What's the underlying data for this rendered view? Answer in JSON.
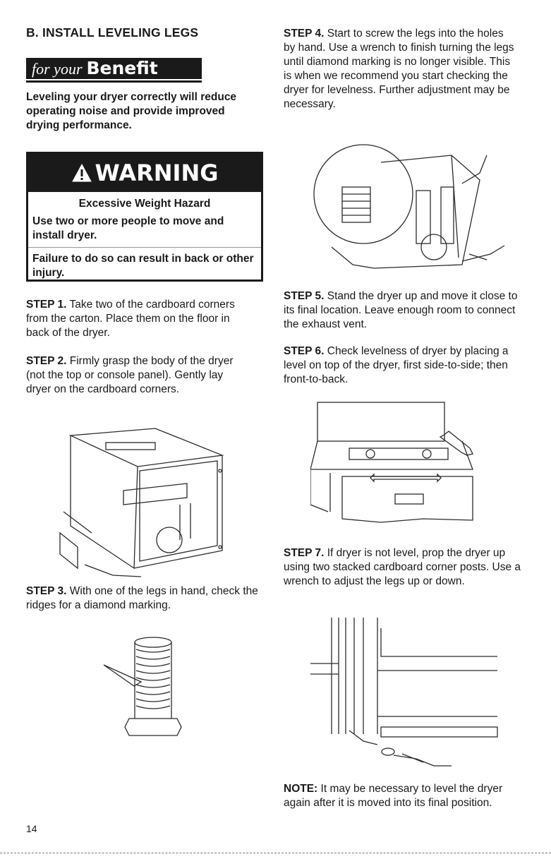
{
  "section": {
    "heading": "B. INSTALL LEVELING LEGS",
    "benefit_prefix": "for your",
    "benefit_word": "Benefit",
    "benefit_text": "Leveling your dryer correctly will reduce operating noise and provide improved drying performance."
  },
  "warning": {
    "word": "WARNING",
    "icon": "warning-triangle-icon",
    "title": "Excessive Weight Hazard",
    "line1": "Use two or more people to move and install dryer.",
    "line2": "Failure to do so can result in back or other injury."
  },
  "steps": [
    {
      "label": "STEP 1.",
      "text": "Take two of the cardboard corners from the carton. Place them on the floor in back of the dryer."
    },
    {
      "label": "STEP 2.",
      "text": "Firmly grasp the body of the dryer (not the top or console panel). Gently lay dryer on the cardboard corners."
    },
    {
      "label": "STEP 3.",
      "text": "With one of the legs in hand, check the ridges for a diamond marking."
    },
    {
      "label": "STEP 4.",
      "text": "Start to screw the legs into the holes by hand. Use a wrench to finish turning the legs until diamond marking is no longer visible. This is when we recommend you start checking the dryer for levelness. Further adjustment may be necessary."
    },
    {
      "label": "STEP 5.",
      "text": "Stand the dryer up and move it close to its final location. Leave enough room to connect the exhaust vent."
    },
    {
      "label": "STEP 6.",
      "text": "Check levelness of dryer by placing a level on top of the dryer, first side-to-side; then front-to-back."
    },
    {
      "label": "STEP 7.",
      "text": "If dryer is not level, prop the dryer up using two stacked cardboard corner posts. Use a wrench to adjust the legs up or down."
    }
  ],
  "note": {
    "label": "NOTE:",
    "text": "It may be necessary to level the dryer again after it is moved into its final position."
  },
  "page_number": "14"
}
